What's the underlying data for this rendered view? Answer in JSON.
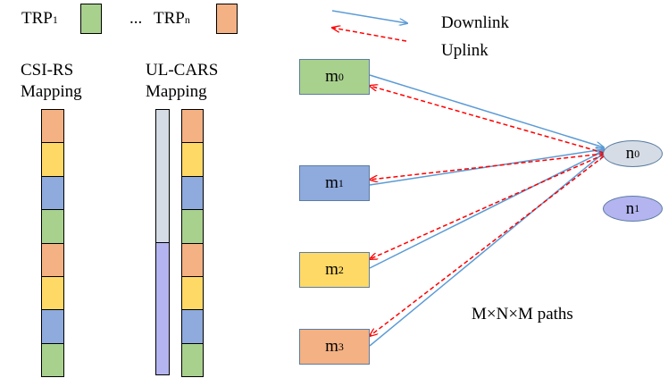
{
  "colors": {
    "green": "#a9d18e",
    "orange": "#f4b183",
    "yellow": "#ffd966",
    "blue": "#8faadc",
    "gray": "#d6dce5",
    "lavender": "#b4b4f0",
    "node_gray": "#d6dce5",
    "node_lavender": "#b4b4f0",
    "downlink": "#5b9bd5",
    "uplink": "#ff0000"
  },
  "legend": {
    "trp_first": {
      "main": "TRP",
      "sub": "1"
    },
    "ellipsis": "...",
    "trp_last": {
      "main": "TRP",
      "sub": "n"
    },
    "downlink": "Downlink",
    "uplink": "Uplink"
  },
  "csirs": {
    "label_line1": "CSI-RS",
    "label_line2": "Mapping",
    "cells": [
      "orange",
      "yellow",
      "blue",
      "green",
      "orange",
      "yellow",
      "blue",
      "green"
    ]
  },
  "ulcars": {
    "label_line1": "UL-CARS",
    "label_line2": "Mapping",
    "bar_segments": [
      "gray",
      "lavender"
    ],
    "cells": [
      "orange",
      "yellow",
      "blue",
      "green",
      "orange",
      "yellow",
      "blue",
      "green"
    ]
  },
  "nodes": {
    "m": [
      {
        "main": "m",
        "sub": "0",
        "color": "green"
      },
      {
        "main": "m",
        "sub": "1",
        "color": "blue"
      },
      {
        "main": "m",
        "sub": "2",
        "color": "yellow"
      },
      {
        "main": "m",
        "sub": "3",
        "color": "orange"
      }
    ],
    "n": [
      {
        "main": "n",
        "sub": "0",
        "color": "node_gray"
      },
      {
        "main": "n",
        "sub": "1",
        "color": "node_lavender"
      }
    ]
  },
  "paths_label": "M×N×M paths"
}
